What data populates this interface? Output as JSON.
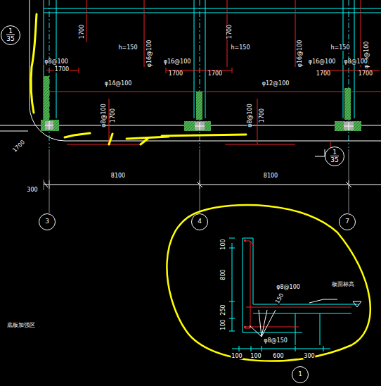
{
  "diagram": {
    "nodes": [
      {
        "text": [
          "1",
          "35"
        ]
      },
      {
        "text": [
          "1",
          "35"
        ]
      },
      {
        "text": [
          "3"
        ]
      },
      {
        "text": [
          "4"
        ]
      },
      {
        "text": [
          "7"
        ]
      },
      {
        "text": [
          "1"
        ]
      }
    ],
    "labels": [
      "1700",
      "h=150",
      "φ16@100",
      "1700",
      "h=150",
      "φ16@100",
      "h=150",
      "φ16@100",
      "φ8@100",
      "1700",
      "φ16@100",
      "1700",
      "1700",
      "φ16@100",
      "φ8@100",
      "1700",
      "1700",
      "φ14@100",
      "φ12@100",
      "φ8@100",
      "1700",
      "φ8@100",
      "1700",
      "1700",
      "8100",
      "8100",
      "300",
      "底板加强区",
      "100",
      "800",
      "250",
      "100",
      "φ8@100",
      "150",
      "板面标高",
      "φ8@150",
      "100",
      "100",
      "600",
      "300"
    ]
  }
}
